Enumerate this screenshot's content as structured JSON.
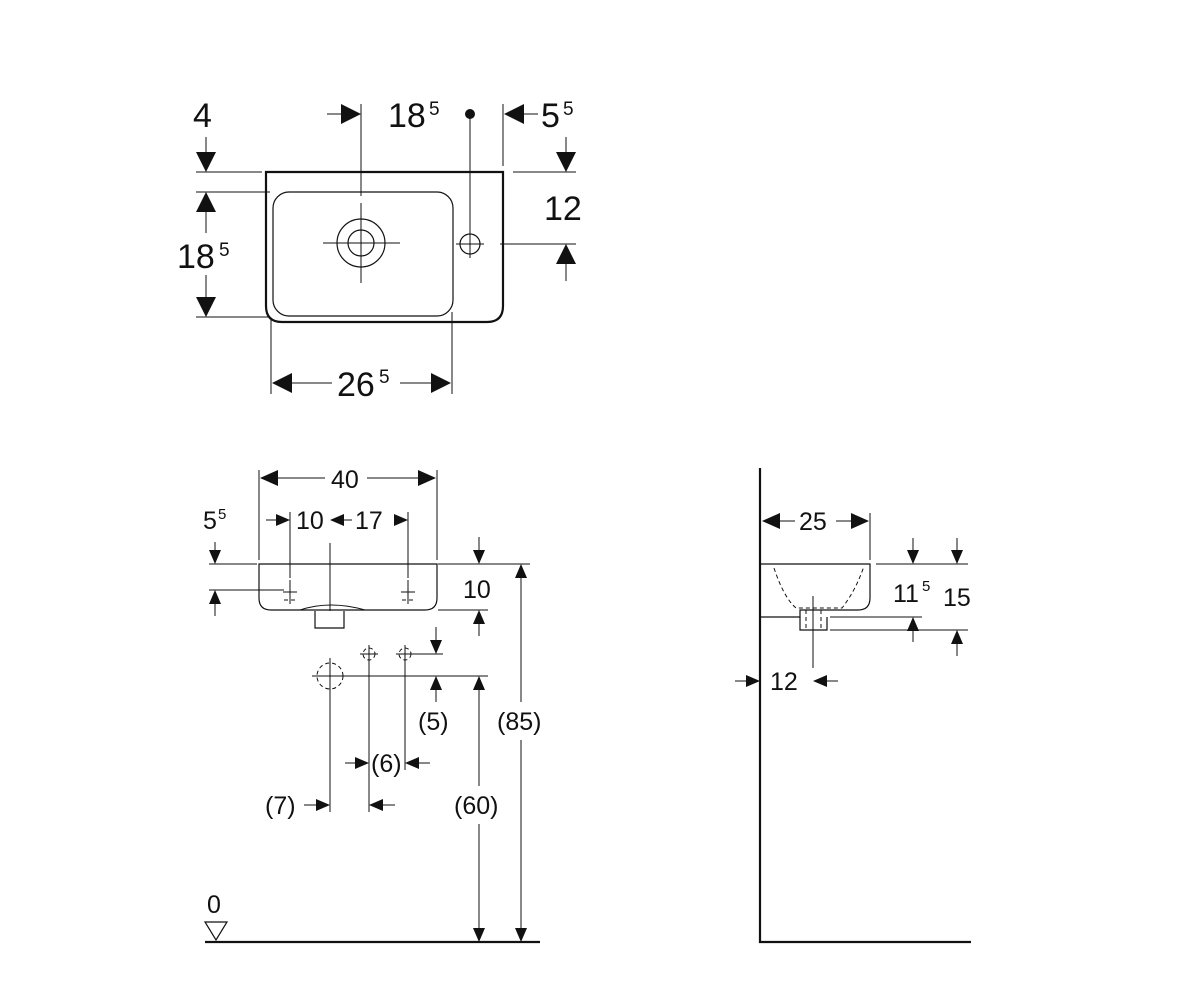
{
  "top_view": {
    "dim_top_left": "4",
    "dim_center_main": "18",
    "dim_center_sup": "5",
    "dim_top_right_main": "5",
    "dim_top_right_sup": "5",
    "dim_right": "12",
    "dim_left_main": "18",
    "dim_left_sup": "5",
    "dim_bottom_main": "26",
    "dim_bottom_sup": "5"
  },
  "front_view": {
    "dim_width": "40",
    "dim_left_main": "5",
    "dim_left_sup": "5",
    "dim_hole1": "10",
    "dim_hole2": "17",
    "dim_height": "10",
    "dim_5": "(5)",
    "dim_85": "(85)",
    "dim_6": "(6)",
    "dim_7": "(7)",
    "dim_60": "(60)",
    "floor_level": "0"
  },
  "side_view": {
    "dim_depth": "25",
    "dim_height_main": "11",
    "dim_height_sup": "5",
    "dim_height_total": "15",
    "dim_waste": "12"
  }
}
